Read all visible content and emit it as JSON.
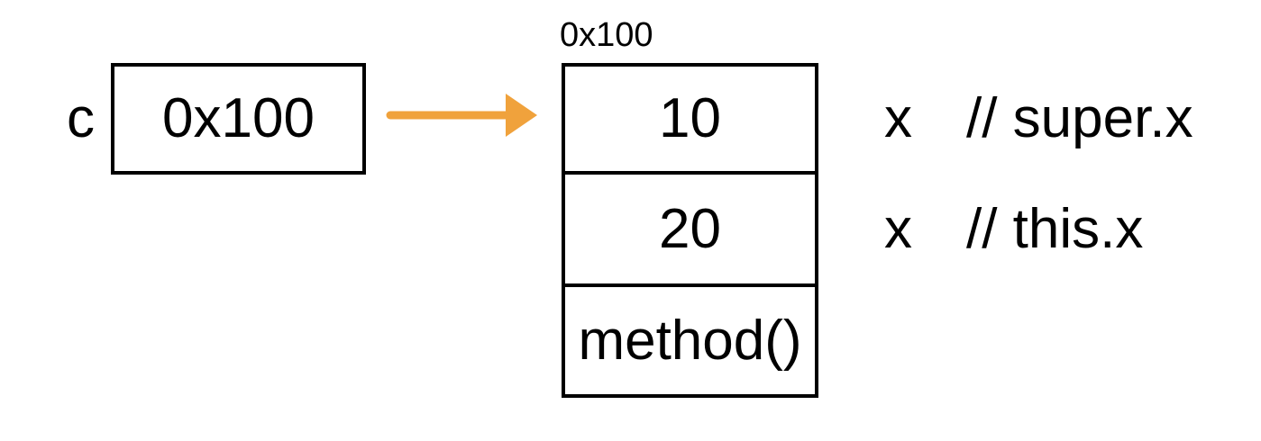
{
  "variable": {
    "name": "c",
    "value": "0x100"
  },
  "memory": {
    "address_label": "0x100",
    "cells": [
      {
        "value": "10"
      },
      {
        "value": "20"
      },
      {
        "value": "method()"
      }
    ]
  },
  "annotations": [
    {
      "field": "x",
      "comment": "// super.x"
    },
    {
      "field": "x",
      "comment": "// this.x"
    }
  ],
  "colors": {
    "arrow": "#F0A23C",
    "line": "#000000",
    "text": "#000000",
    "background": "#FFFFFF"
  }
}
